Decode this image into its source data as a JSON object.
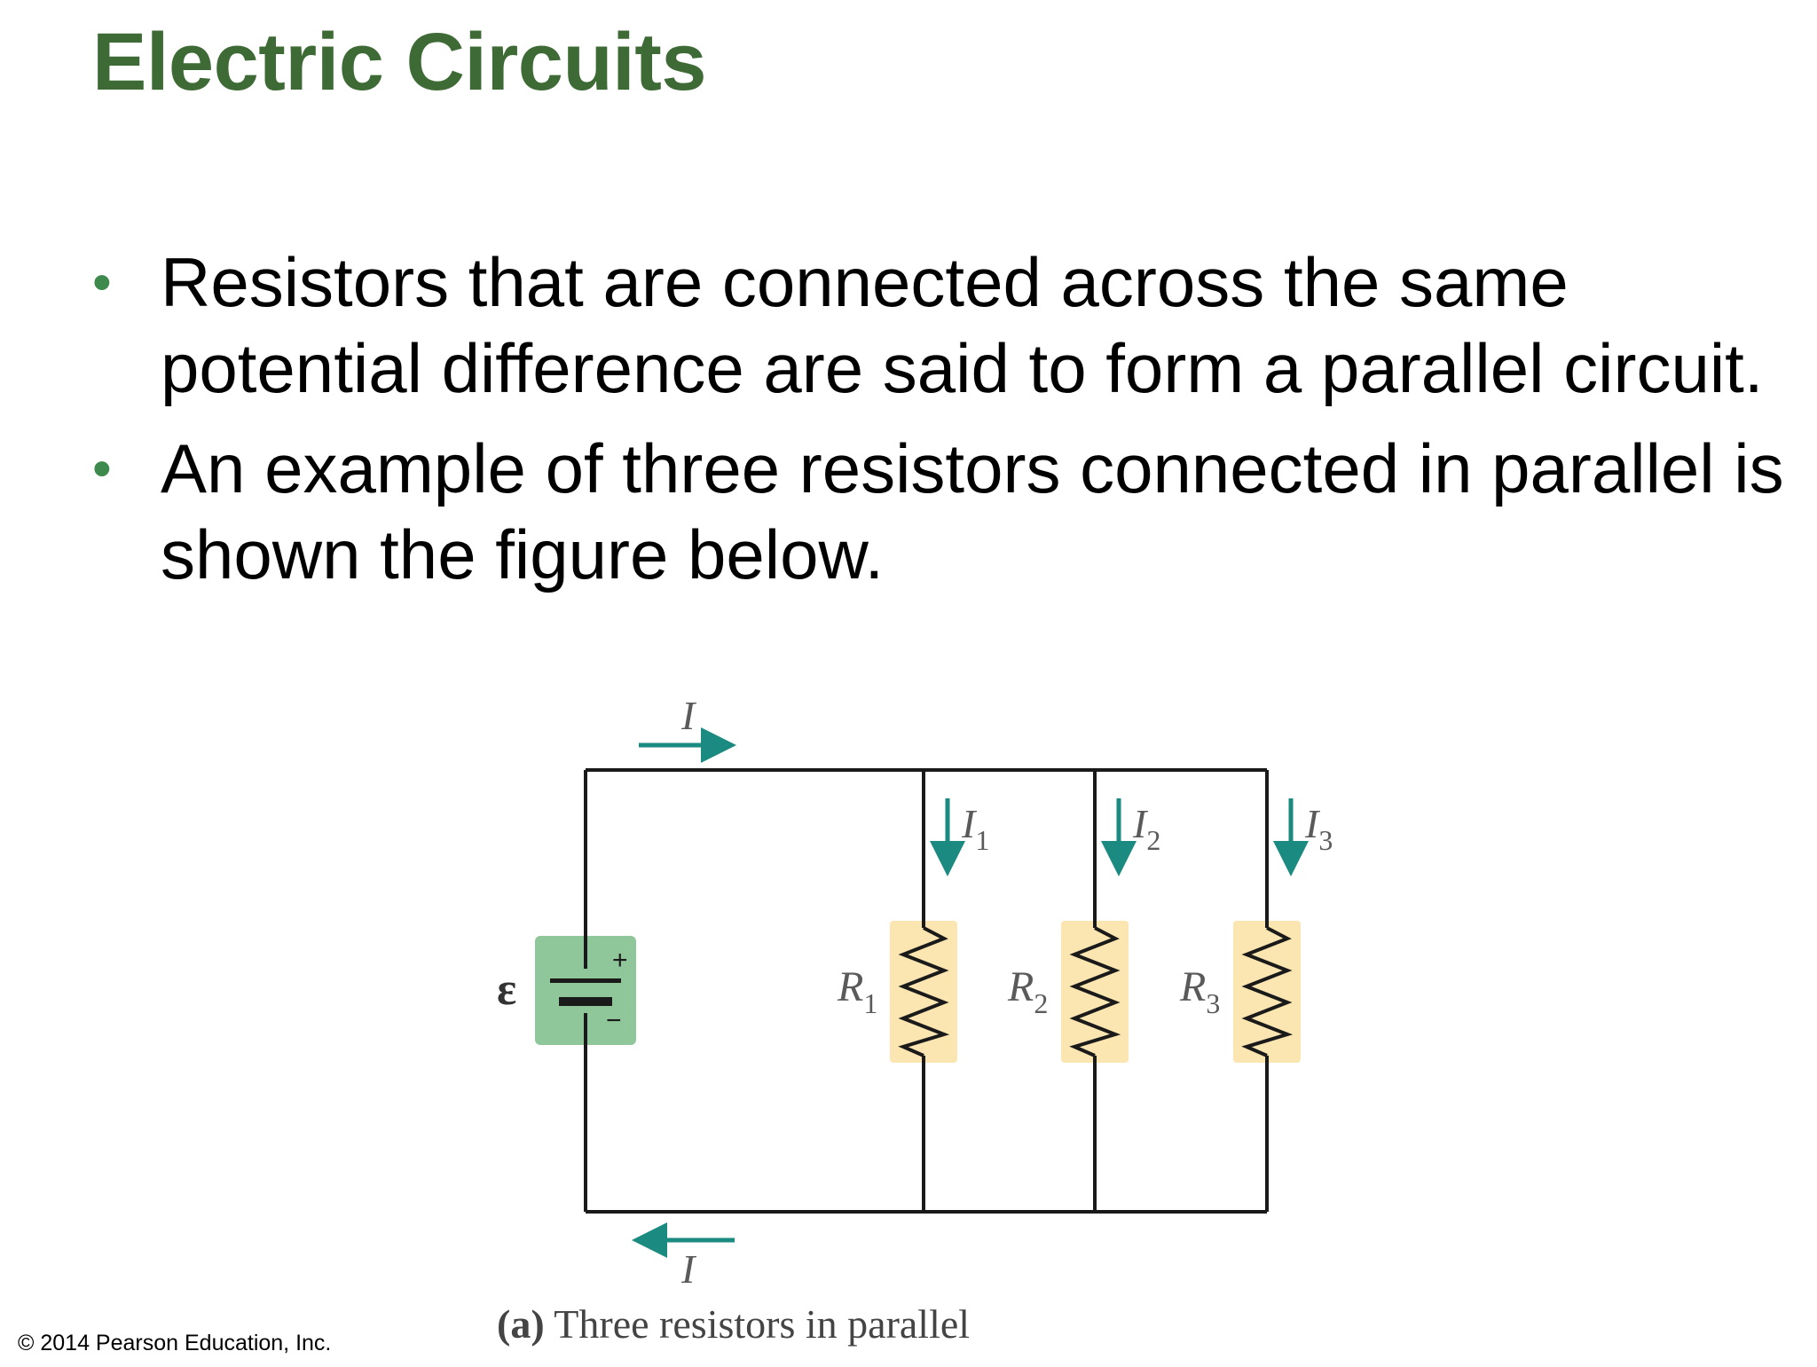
{
  "slide": {
    "title": "Electric Circuits",
    "bullets": [
      "Resistors that are connected across the same potential difference are said to form a parallel circuit.",
      "An example of three resistors connected in parallel is shown the figure below."
    ],
    "copyright": "© 2014 Pearson Education, Inc."
  },
  "figure": {
    "current_top": "I",
    "current_bottom": "I",
    "emf_symbol": "ε",
    "plus": "+",
    "minus": "−",
    "branch_currents": [
      {
        "label": "I",
        "sub": "1"
      },
      {
        "label": "I",
        "sub": "2"
      },
      {
        "label": "I",
        "sub": "3"
      }
    ],
    "resistors": [
      {
        "label": "R",
        "sub": "1"
      },
      {
        "label": "R",
        "sub": "2"
      },
      {
        "label": "R",
        "sub": "3"
      }
    ],
    "caption_part": "(a)",
    "caption_text": " Three resistors in parallel",
    "colors": {
      "wire": "#1a1a1a",
      "arrow": "#1b8a80",
      "battery_bg": "#8fc79b",
      "resistor_bg": "#fbe5b0",
      "title": "#3e6b35",
      "bullet_dot": "#3e8a4c"
    }
  }
}
